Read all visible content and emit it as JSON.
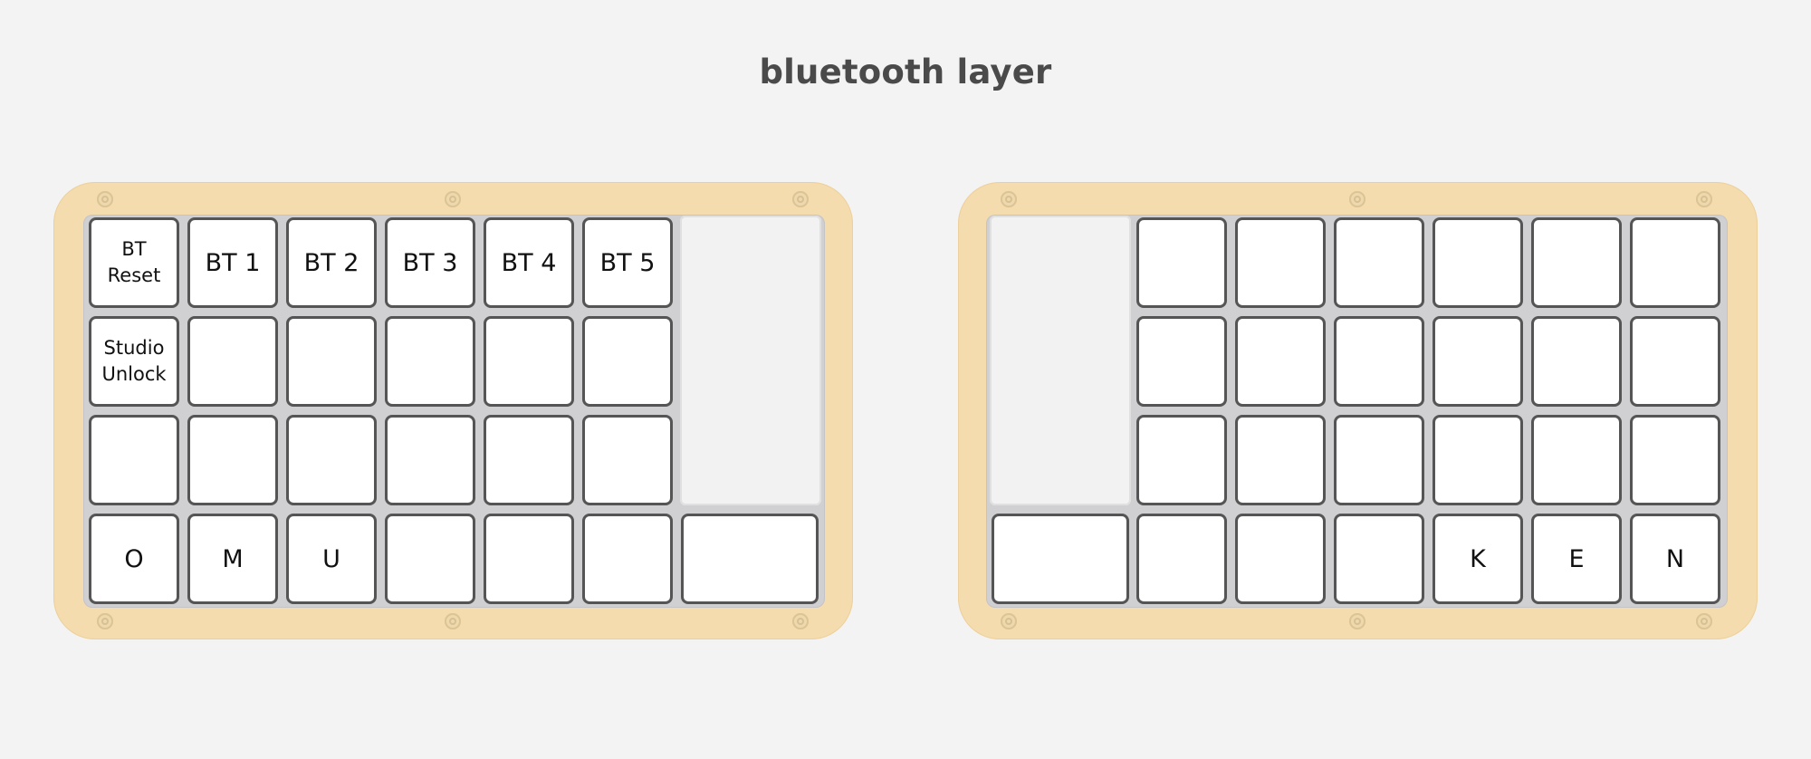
{
  "title": "bluetooth layer",
  "left_half": {
    "row1": [
      "BT\nReset",
      "BT 1",
      "BT 2",
      "BT 3",
      "BT 4",
      "BT 5"
    ],
    "row2": [
      "Studio\nUnlock",
      "",
      "",
      "",
      "",
      ""
    ],
    "row3": [
      "",
      "",
      "",
      "",
      "",
      ""
    ],
    "row4": [
      "O",
      "M",
      "U",
      "",
      "",
      "",
      ""
    ]
  },
  "right_half": {
    "row1": [
      "",
      "",
      "",
      "",
      "",
      ""
    ],
    "row2": [
      "",
      "",
      "",
      "",
      "",
      ""
    ],
    "row3": [
      "",
      "",
      "",
      "",
      "",
      ""
    ],
    "row4": [
      "",
      "",
      "",
      "",
      "K",
      "E",
      "N"
    ]
  },
  "colors": {
    "background": "#f3f3f3",
    "case": "#f5dcae",
    "plate": "#d0d0d2",
    "key": "#ffffff",
    "key_border": "#555555",
    "title": "#4a4a4a"
  }
}
